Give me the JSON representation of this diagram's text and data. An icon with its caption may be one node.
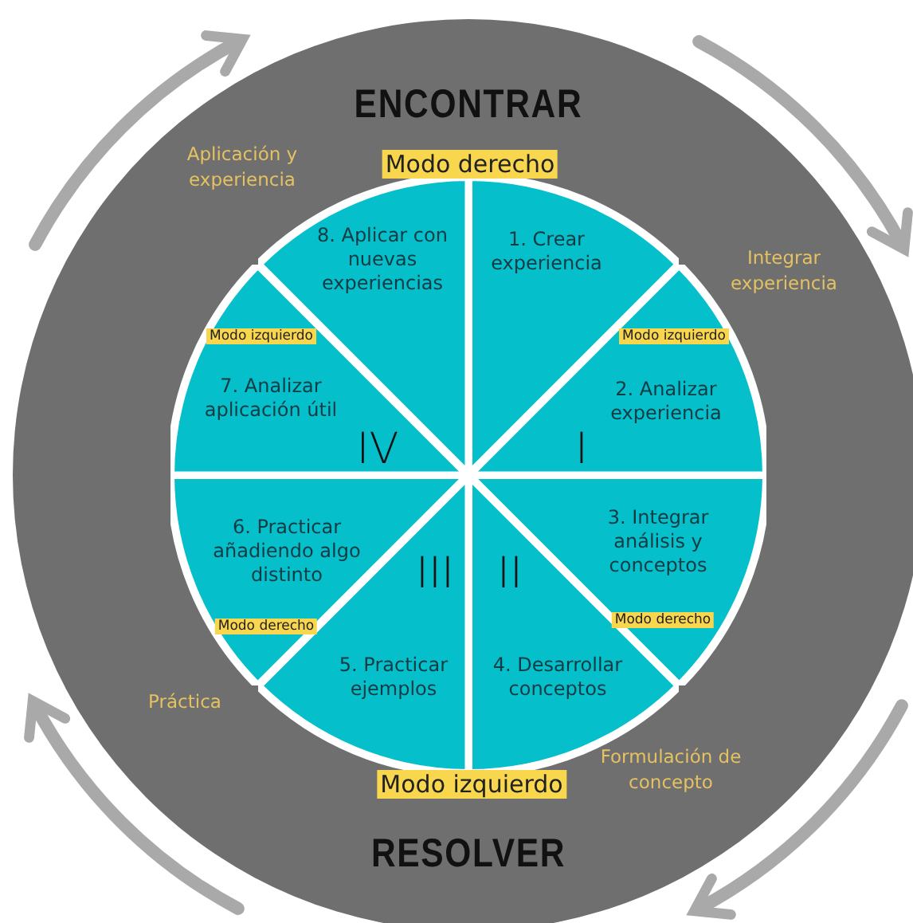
{
  "diagram": {
    "nodes": [
      {
        "text": [
          "1. Crear experiencia"
        ]
      },
      {
        "text": [
          "2. Analizar experiencia"
        ]
      },
      {
        "text": [
          "3. Integrar análisis y conceptos"
        ]
      },
      {
        "text": [
          "4. Desarrollar conceptos"
        ]
      },
      {
        "text": [
          "5. Practicar ejemplos"
        ]
      },
      {
        "text": [
          "6. Practicar añadiendo algo distinto"
        ]
      },
      {
        "text": [
          "7. Analizar aplicación útil"
        ]
      },
      {
        "text": [
          "8. Aplicar con nuevas experiencias"
        ]
      }
    ],
    "labels": [
      "ENCONTRAR",
      "Aplicación y experiencia",
      "Modo derecho",
      "Integrar experiencia",
      "Modo izquierdo",
      "Modo izquierdo",
      "IV",
      "I",
      "III",
      "II",
      "Modo derecho",
      "Modo derecho",
      "Práctica",
      "Modo izquierdo",
      "Formulación de concepto",
      "RESOLVER"
    ]
  }
}
